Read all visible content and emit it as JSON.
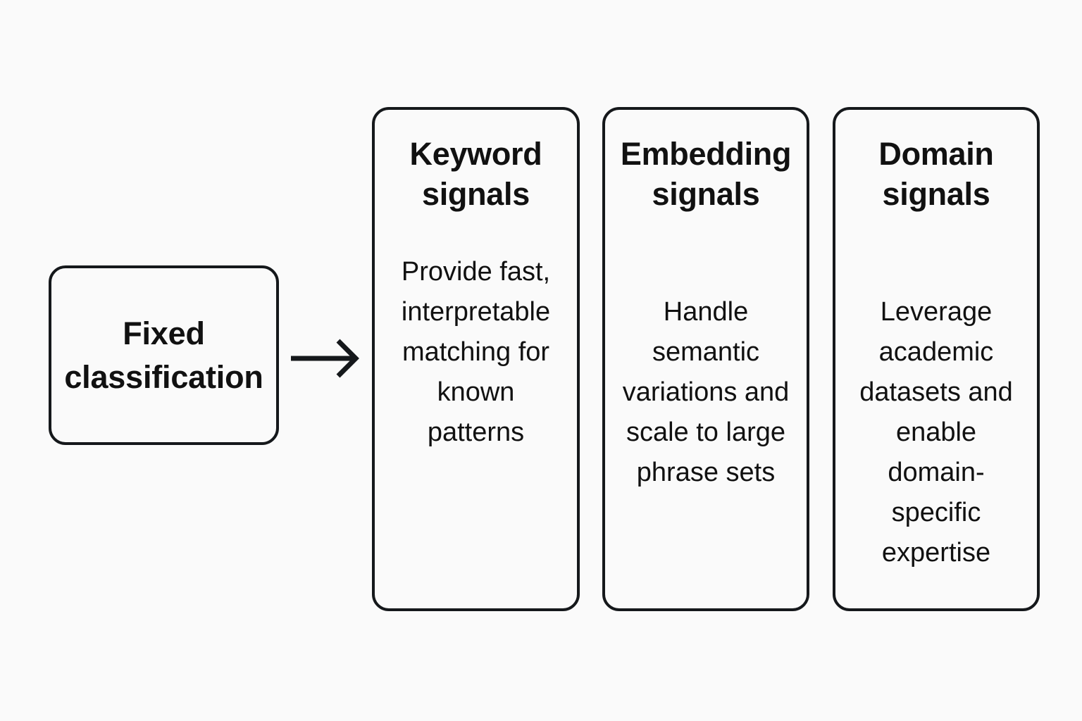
{
  "diagram": {
    "background_color": "#fafafa",
    "stroke_color": "#15181b",
    "text_color": "#111111",
    "source": {
      "label": "Fixed\nclassification"
    },
    "connector": {
      "icon_name": "arrow-right-icon",
      "direction": "right"
    },
    "cards": [
      {
        "title": "Keyword\nsignals",
        "body": "Provide fast, interpretable matching for known patterns"
      },
      {
        "title": "Embedding\nsignals",
        "body": "Handle semantic variations and scale to large phrase sets"
      },
      {
        "title": "Domain\nsignals",
        "body": "Leverage academic datasets and enable domain-specific expertise"
      }
    ]
  }
}
